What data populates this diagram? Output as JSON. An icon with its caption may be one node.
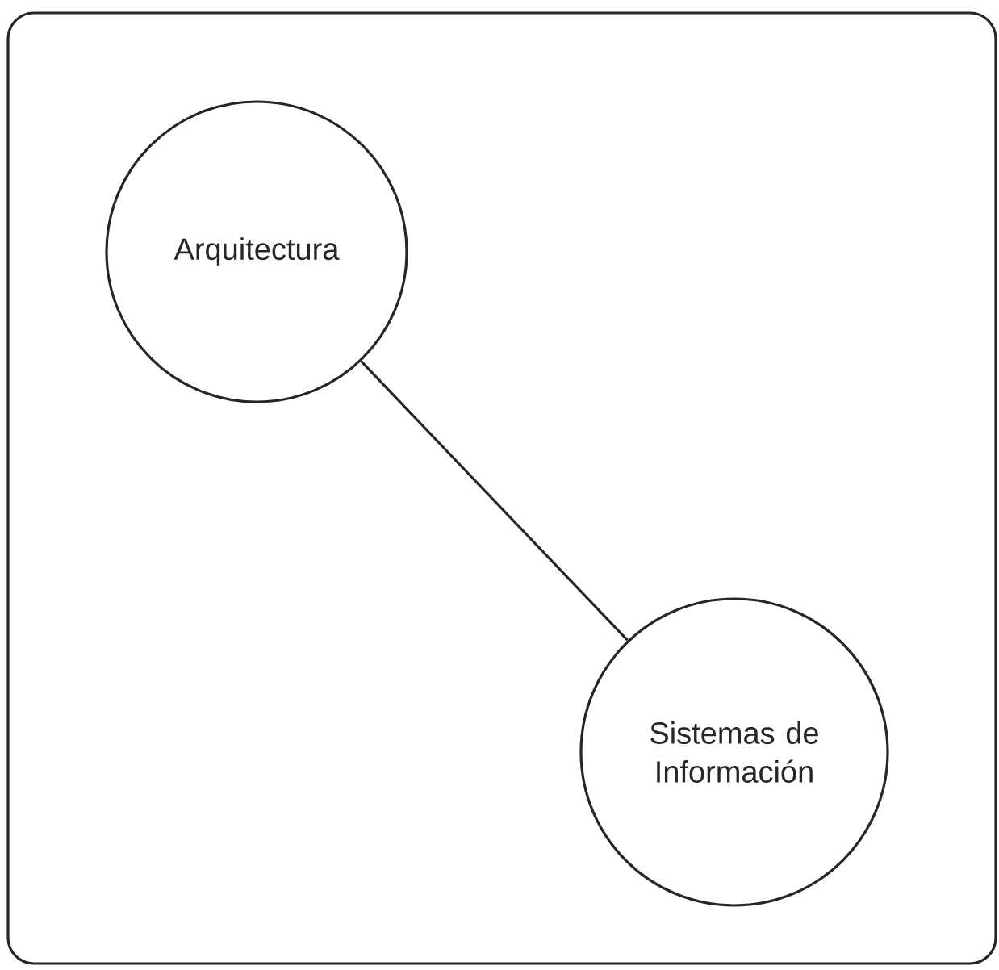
{
  "diagram": {
    "nodes": [
      {
        "text": [
          "Arquitectura"
        ]
      },
      {
        "text": [
          "Sistemas de Información"
        ]
      }
    ],
    "edges": [
      {
        "from": 0,
        "to": 1,
        "arrow": "none"
      }
    ]
  }
}
